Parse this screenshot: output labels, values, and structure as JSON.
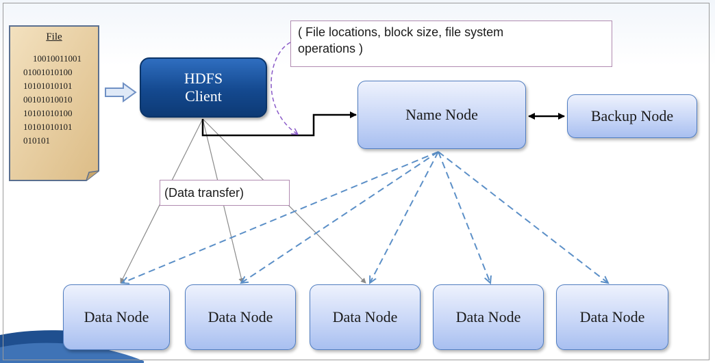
{
  "file": {
    "title": "File",
    "lines": [
      "10010011001",
      "01001010100",
      "10101010101",
      "00101010010",
      "10101010100",
      "10101010101",
      "010101"
    ]
  },
  "client": {
    "line1": "HDFS",
    "line2": "Client"
  },
  "name_node": {
    "label": "Name Node"
  },
  "backup_node": {
    "label": "Backup Node"
  },
  "data_nodes": [
    {
      "label": "Data Node"
    },
    {
      "label": "Data Node"
    },
    {
      "label": "Data Node"
    },
    {
      "label": "Data Node"
    },
    {
      "label": "Data Node"
    }
  ],
  "annotations": {
    "metadata_line1": "( File locations, block size, file system",
    "metadata_line2": "operations )",
    "data_transfer": "(Data transfer)"
  },
  "colors": {
    "client_fill": "#14498f",
    "node_fill": "#c9d7f7",
    "node_border": "#4f7cc0",
    "dashed_arrow": "#5b8fc7",
    "solid_line": "#000000",
    "transfer_line": "#8a8a8a",
    "annotation_border": "#b08ab0",
    "dashed_callout": "#8a5ac8"
  }
}
